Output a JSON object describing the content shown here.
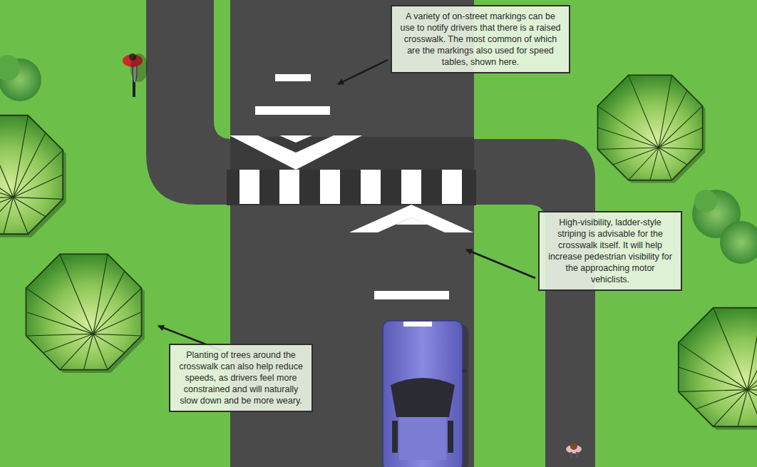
{
  "diagram": {
    "nodes": [
      {
        "text": [
          "A variety of on-street markings can be use to notify drivers that there is a raised crosswalk. The most common of which are the markings also used for speed tables, shown here."
        ]
      },
      {
        "text": [
          "High-visibility, ladder-style striping is advisable for the crosswalk itself. It will help increase pedestrian visibility for the approaching motor vehiclists."
        ]
      },
      {
        "text": [
          "Planting of trees around the crosswalk can also help reduce speeds, as drivers feel more constrained and will naturally slow down and be more weary."
        ]
      }
    ]
  }
}
